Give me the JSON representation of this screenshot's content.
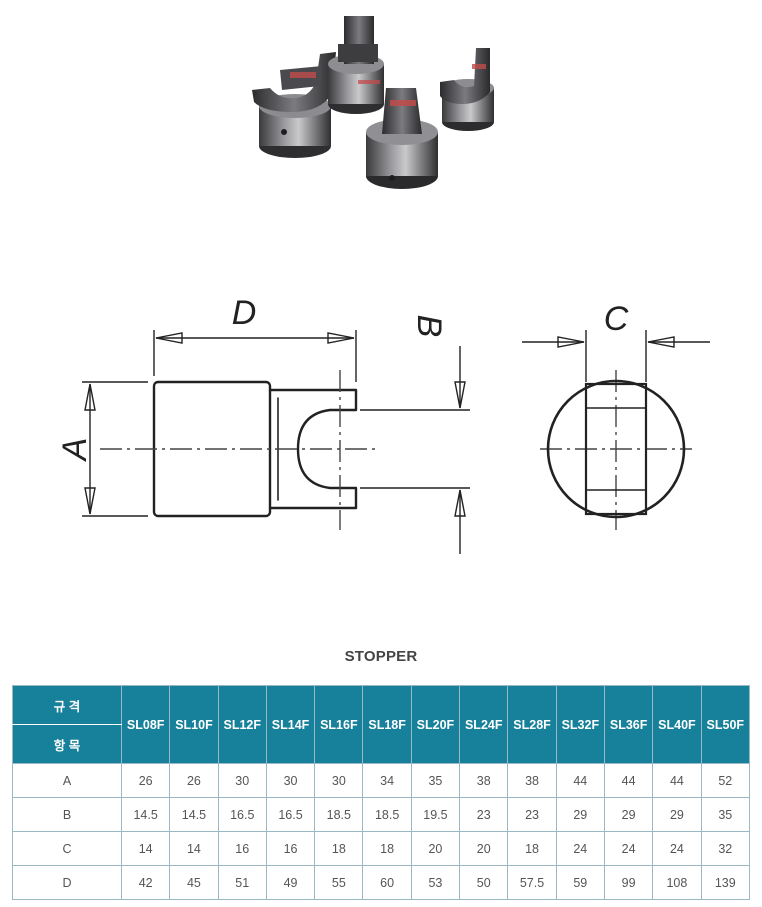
{
  "drawing": {
    "labels": {
      "a": "A",
      "b": "B",
      "c": "C",
      "d": "D"
    }
  },
  "product": {
    "title": "STOPPER"
  },
  "table": {
    "header_top": "규 격",
    "header_bottom": "항 목",
    "models": [
      "SL08F",
      "SL10F",
      "SL12F",
      "SL14F",
      "SL16F",
      "SL18F",
      "SL20F",
      "SL24F",
      "SL28F",
      "SL32F",
      "SL36F",
      "SL40F",
      "SL50F"
    ],
    "rows": [
      {
        "label": "A",
        "values": [
          "26",
          "26",
          "30",
          "30",
          "30",
          "34",
          "35",
          "38",
          "38",
          "44",
          "44",
          "44",
          "52"
        ]
      },
      {
        "label": "B",
        "values": [
          "14.5",
          "14.5",
          "16.5",
          "16.5",
          "18.5",
          "18.5",
          "19.5",
          "23",
          "23",
          "29",
          "29",
          "29",
          "35"
        ]
      },
      {
        "label": "C",
        "values": [
          "14",
          "14",
          "16",
          "16",
          "18",
          "18",
          "20",
          "20",
          "18",
          "24",
          "24",
          "24",
          "32"
        ]
      },
      {
        "label": "D",
        "values": [
          "42",
          "45",
          "51",
          "49",
          "55",
          "60",
          "53",
          "50",
          "57.5",
          "59",
          "99",
          "108",
          "139"
        ]
      }
    ]
  },
  "colors": {
    "header_bg": "#17809a",
    "grid": "#9bb9c4"
  }
}
